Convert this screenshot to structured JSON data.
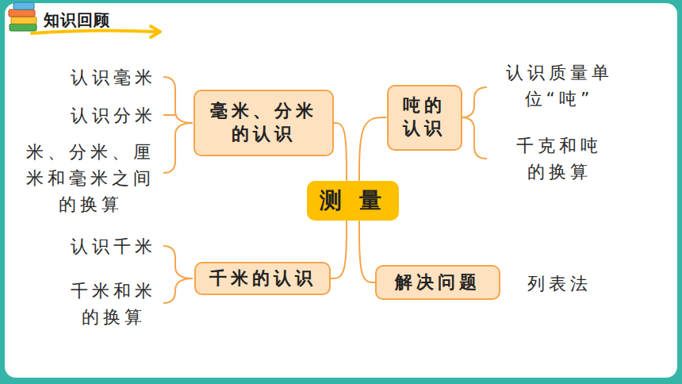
{
  "diagram": {
    "title": "知识回顾",
    "nodes": [
      {
        "text": [
          "测 量"
        ]
      },
      {
        "text": [
          "毫米、分米 的认识"
        ]
      },
      {
        "text": [
          "吨的 认识"
        ]
      },
      {
        "text": [
          "千米的认识"
        ]
      },
      {
        "text": [
          "解决问题"
        ]
      }
    ],
    "edges": [
      {
        "from": 0,
        "to": 1,
        "arrow": "none"
      },
      {
        "from": 0,
        "to": 2,
        "arrow": "none"
      },
      {
        "from": 0,
        "to": 3,
        "arrow": "none"
      },
      {
        "from": 0,
        "to": 4,
        "arrow": "none"
      }
    ],
    "labels": [
      "认识毫米",
      "认识分米",
      "米、分米、厘 米和毫米之间 的换算",
      "认识千米",
      "千米和米 的换算",
      "认识质量单 位“吨”",
      "千克和吨 的换算",
      "列表法"
    ]
  }
}
